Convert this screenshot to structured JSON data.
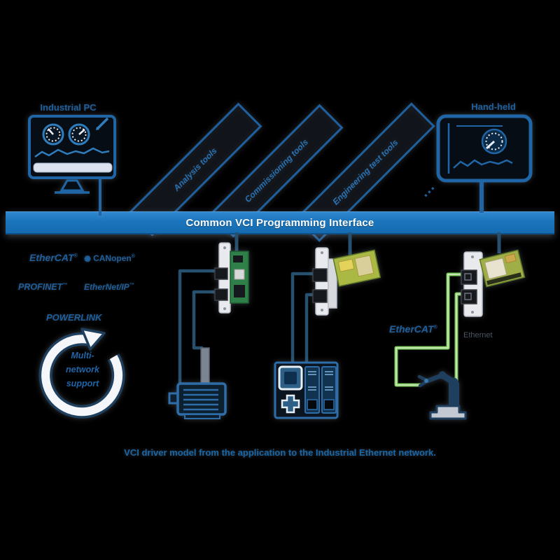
{
  "title_labels": {
    "industrial_pc": "Industrial PC",
    "handheld": "Hand-held"
  },
  "app_stripes": [
    {
      "label": "Analysis tools"
    },
    {
      "label": "Commissioning tools"
    },
    {
      "label": "Engineering test tools"
    }
  ],
  "more_stripes_indicator": "…",
  "interface_bar": {
    "label": "Common VCI Programming Interface"
  },
  "protocols": [
    {
      "name": "EtherCAT",
      "mark": "®"
    },
    {
      "name": "CANopen",
      "mark": "®"
    },
    {
      "name": "PROFINET",
      "mark": "™"
    },
    {
      "name": "EtherNet/IP",
      "mark": "™"
    },
    {
      "name": "POWERLINK",
      "mark": ""
    }
  ],
  "cycle_badge": {
    "line1": "Multi-",
    "line2": "network",
    "line3": "support"
  },
  "right_network": {
    "logo": "EtherCAT",
    "mark": "®",
    "label": "Ethernet"
  },
  "caption": "VCI driver model from the application to the Industrial Ethernet network.",
  "colors": {
    "background": "#000000",
    "bar_blue": "#1b75bc",
    "outline_blue": "#2066a6",
    "logo_blue": "#1e5f9d",
    "connector_navy": "#27506f",
    "cable_green": "#7fca5f",
    "caption_blue": "#1767a9"
  }
}
